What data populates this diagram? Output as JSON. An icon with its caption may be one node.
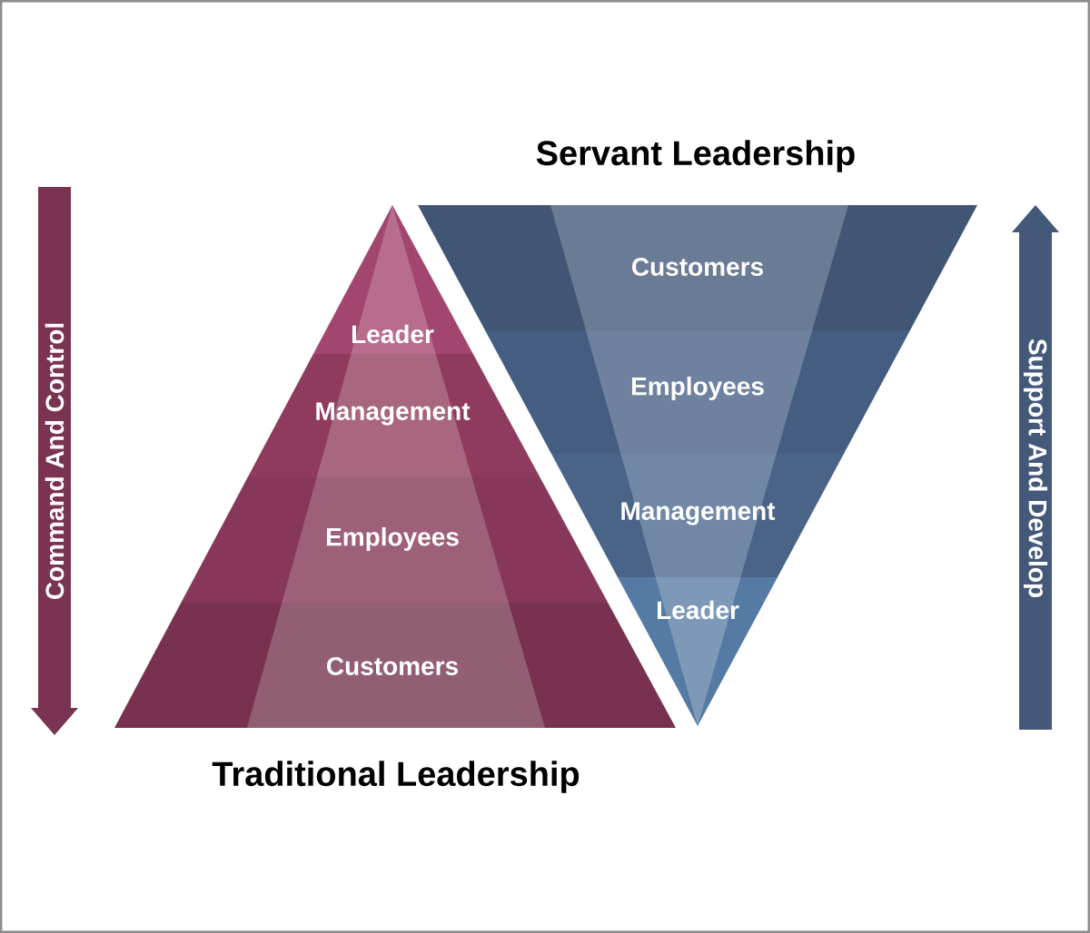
{
  "diagram": {
    "nodes": [
      {
        "text": [
          "Leader"
        ]
      },
      {
        "text": [
          "Management"
        ]
      },
      {
        "text": [
          "Employees"
        ]
      },
      {
        "text": [
          "Customers"
        ]
      },
      {
        "text": [
          "Customers"
        ]
      },
      {
        "text": [
          "Employees"
        ]
      },
      {
        "text": [
          "Management"
        ]
      },
      {
        "text": [
          "Leader"
        ]
      }
    ],
    "labels": [
      "Servant Leadership",
      "Command And Control",
      "Support And Develop",
      "Traditional Leadership"
    ]
  }
}
